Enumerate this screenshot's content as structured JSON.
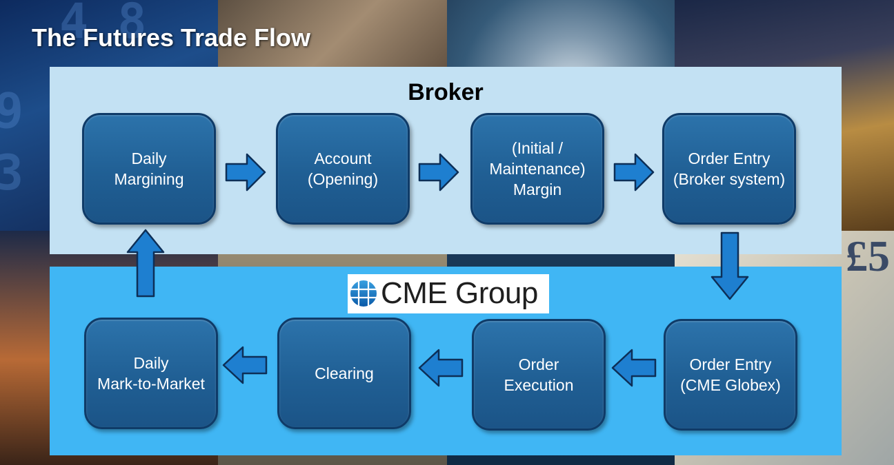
{
  "title": "The Futures Trade Flow",
  "broker_section": {
    "heading": "Broker",
    "steps": [
      "Daily\nMargining",
      "Account\n(Opening)",
      "(Initial  /\nMaintenance)\nMargin",
      "Order Entry\n(Broker system)"
    ]
  },
  "exchange_section": {
    "logo_text": "CME Group",
    "steps": [
      "Order Entry\n(CME Globex)",
      "Order\nExecution",
      "Clearing",
      "Daily\nMark-to-Market"
    ]
  },
  "colors": {
    "broker_panel": "#c3e1f3",
    "exchange_panel": "#40b6f4",
    "step_box": "#1f5e93",
    "arrow_fill": "#1e7fd0",
    "arrow_stroke": "#0d2f57"
  }
}
